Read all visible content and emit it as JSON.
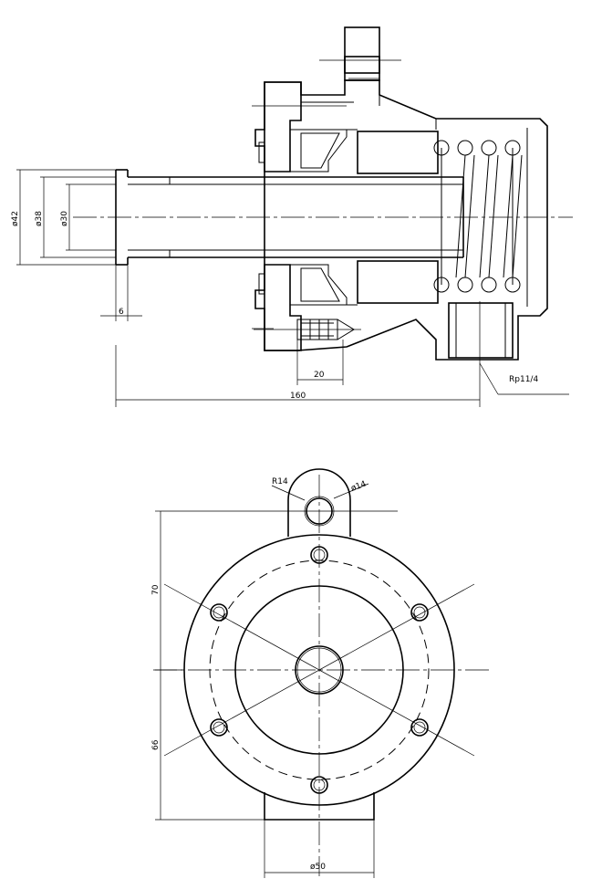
{
  "side_view": {
    "dims": {
      "d42": "ø42",
      "d38": "ø38",
      "d30": "ø30",
      "len6": "6",
      "len20": "20",
      "len160": "160",
      "thread": "Rp11/4"
    }
  },
  "front_view": {
    "dims": {
      "r14": "R14",
      "d14": "ø14",
      "h70": "70",
      "h66": "66",
      "d50": "ø50"
    }
  },
  "colors": {
    "ink": "#000000",
    "paper": "#ffffff"
  }
}
